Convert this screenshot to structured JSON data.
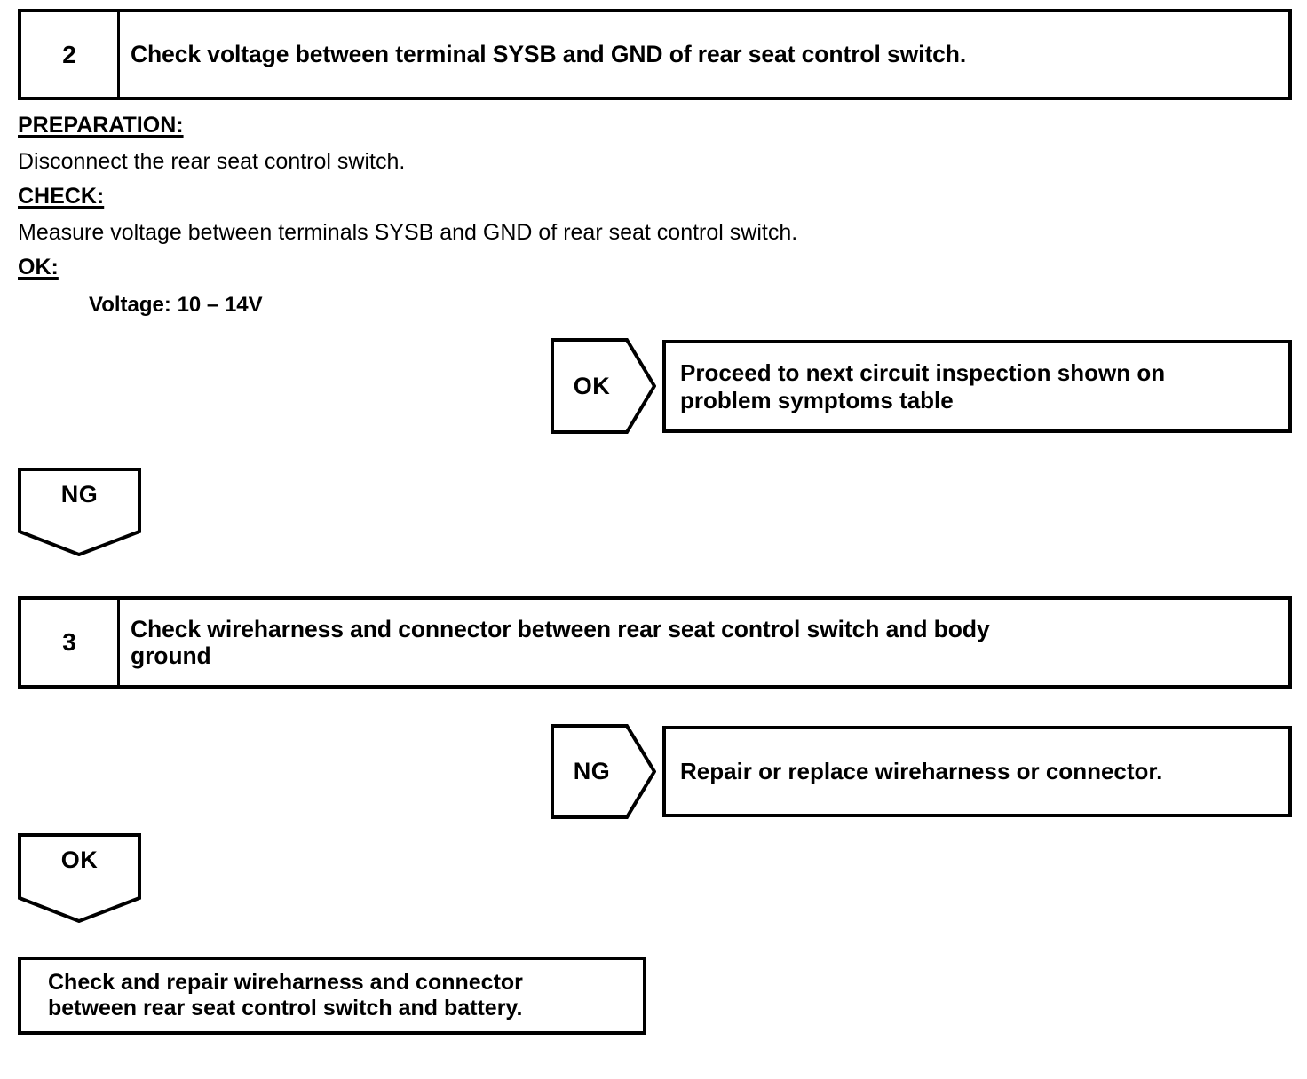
{
  "steps": [
    {
      "number": "2",
      "title": "Check voltage between terminal SYSB and GND of rear seat control switch."
    },
    {
      "number": "3",
      "title_line1": "Check wireharness and connector between rear seat control switch and body",
      "title_line2": "ground"
    }
  ],
  "procedure": {
    "preparation_label": "PREPARATION:",
    "preparation_text": "Disconnect the rear seat control switch.",
    "check_label": "CHECK:",
    "check_text": "Measure voltage between terminals SYSB and GND of rear seat control switch.",
    "ok_label": "OK:",
    "ok_spec": "Voltage: 10 – 14V"
  },
  "branches": {
    "step2_ok_tag": "OK",
    "step2_ok_result_line1": "Proceed to next circuit inspection shown on",
    "step2_ok_result_line2": "problem symptoms table",
    "step2_ng_tag": "NG",
    "step3_ng_tag": "NG",
    "step3_ng_result": "Repair or replace wireharness or connector.",
    "step3_ok_tag": "OK"
  },
  "final": {
    "line1": "Check and repair wireharness and connector",
    "line2": "between rear seat control switch and battery."
  },
  "colors": {
    "ink": "#000000",
    "paper": "#ffffff"
  }
}
